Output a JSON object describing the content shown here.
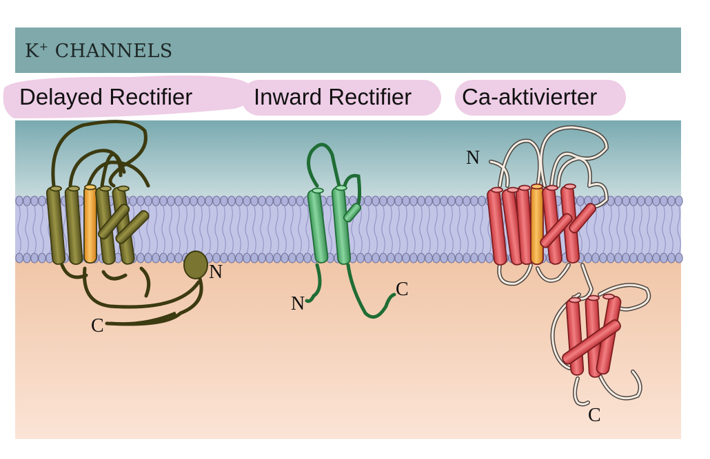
{
  "header": {
    "title_prefix": "K",
    "title_superscript": "+",
    "title_rest": " CHANNELS"
  },
  "labels": {
    "delayed": "Delayed Rectifier",
    "inward": "Inward Rectifier",
    "ca": "Ca-aktivierter"
  },
  "terminals": {
    "n": "N",
    "c": "C"
  },
  "colors": {
    "header": "#7fa9ab",
    "highlight": "#eecde6",
    "membrane": "#aeb1d9",
    "delayed_helix": "#7b7532",
    "inward_helix": "#6cc383",
    "ca_helix": "#e65c60",
    "pore_helix": "#f2a93a"
  }
}
